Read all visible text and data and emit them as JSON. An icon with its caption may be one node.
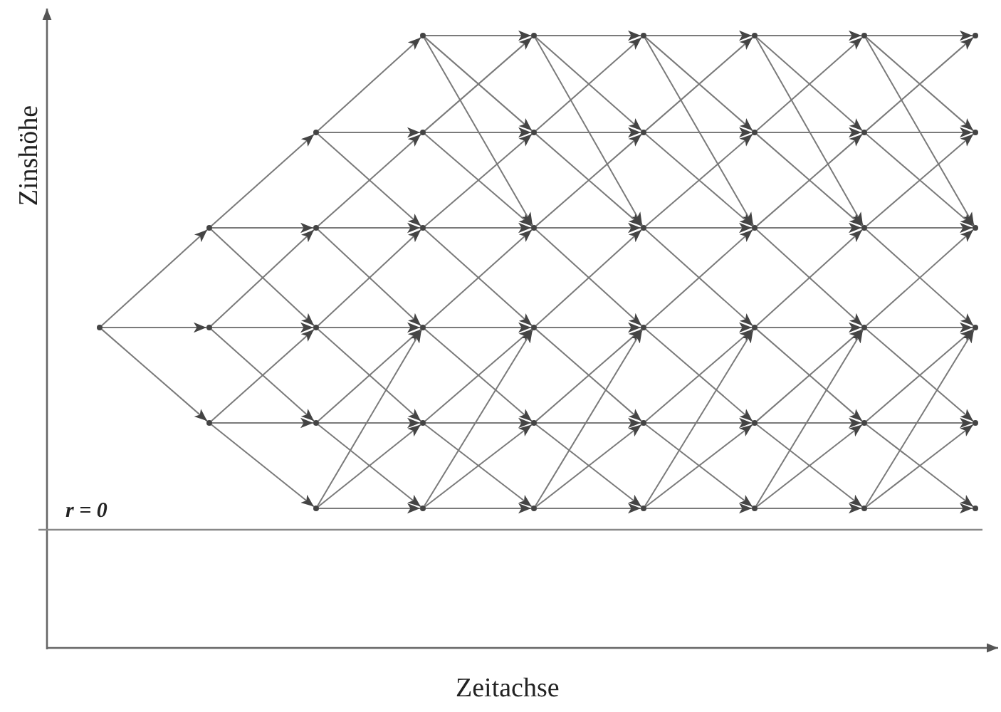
{
  "diagram": {
    "nodes": [
      {
        "text": [],
        "shape": "point"
      },
      {
        "text": [],
        "shape": "point"
      },
      {
        "text": [],
        "shape": "point"
      },
      {
        "text": [],
        "shape": "point"
      },
      {
        "text": [],
        "shape": "point"
      },
      {
        "text": [],
        "shape": "point"
      },
      {
        "text": [],
        "shape": "point"
      },
      {
        "text": [],
        "shape": "point"
      },
      {
        "text": [],
        "shape": "point"
      },
      {
        "text": [],
        "shape": "point"
      },
      {
        "text": [],
        "shape": "point"
      },
      {
        "text": [],
        "shape": "point"
      },
      {
        "text": [],
        "shape": "point"
      },
      {
        "text": [],
        "shape": "point"
      },
      {
        "text": [],
        "shape": "point"
      },
      {
        "text": [],
        "shape": "point"
      },
      {
        "text": [],
        "shape": "point"
      },
      {
        "text": [],
        "shape": "point"
      },
      {
        "text": [],
        "shape": "point"
      },
      {
        "text": [],
        "shape": "point"
      },
      {
        "text": [],
        "shape": "point"
      },
      {
        "text": [],
        "shape": "point"
      },
      {
        "text": [],
        "shape": "point"
      },
      {
        "text": [],
        "shape": "point"
      },
      {
        "text": [],
        "shape": "point"
      },
      {
        "text": [],
        "shape": "point"
      },
      {
        "text": [],
        "shape": "point"
      },
      {
        "text": [],
        "shape": "point"
      },
      {
        "text": [],
        "shape": "point"
      },
      {
        "text": [],
        "shape": "point"
      },
      {
        "text": [],
        "shape": "point"
      },
      {
        "text": [],
        "shape": "point"
      },
      {
        "text": [],
        "shape": "point"
      },
      {
        "text": [],
        "shape": "point"
      },
      {
        "text": [],
        "shape": "point"
      },
      {
        "text": [],
        "shape": "point"
      },
      {
        "text": [],
        "shape": "point"
      },
      {
        "text": [],
        "shape": "point"
      },
      {
        "text": [],
        "shape": "point"
      },
      {
        "text": [],
        "shape": "point"
      },
      {
        "text": [],
        "shape": "point"
      },
      {
        "text": [],
        "shape": "point"
      },
      {
        "text": [],
        "shape": "point"
      },
      {
        "text": [],
        "shape": "point"
      },
      {
        "text": [],
        "shape": "point"
      }
    ],
    "edges": [
      {
        "from": 0,
        "to": 1,
        "arrow": "to"
      },
      {
        "from": 0,
        "to": 2,
        "arrow": "to"
      },
      {
        "from": 0,
        "to": 3,
        "arrow": "to"
      },
      {
        "from": 1,
        "to": 4,
        "arrow": "to"
      },
      {
        "from": 1,
        "to": 5,
        "arrow": "to"
      },
      {
        "from": 1,
        "to": 6,
        "arrow": "to"
      },
      {
        "from": 2,
        "to": 5,
        "arrow": "to"
      },
      {
        "from": 2,
        "to": 6,
        "arrow": "to"
      },
      {
        "from": 2,
        "to": 7,
        "arrow": "to"
      },
      {
        "from": 3,
        "to": 6,
        "arrow": "to"
      },
      {
        "from": 3,
        "to": 7,
        "arrow": "to"
      },
      {
        "from": 3,
        "to": 8,
        "arrow": "to"
      },
      {
        "from": 4,
        "to": 9,
        "arrow": "to"
      },
      {
        "from": 4,
        "to": 10,
        "arrow": "to"
      },
      {
        "from": 4,
        "to": 11,
        "arrow": "to"
      },
      {
        "from": 5,
        "to": 10,
        "arrow": "to"
      },
      {
        "from": 5,
        "to": 11,
        "arrow": "to"
      },
      {
        "from": 5,
        "to": 12,
        "arrow": "to"
      },
      {
        "from": 6,
        "to": 11,
        "arrow": "to"
      },
      {
        "from": 6,
        "to": 12,
        "arrow": "to"
      },
      {
        "from": 6,
        "to": 13,
        "arrow": "to"
      },
      {
        "from": 7,
        "to": 12,
        "arrow": "to"
      },
      {
        "from": 7,
        "to": 13,
        "arrow": "to"
      },
      {
        "from": 7,
        "to": 14,
        "arrow": "to"
      },
      {
        "from": 8,
        "to": 14,
        "arrow": "to"
      },
      {
        "from": 8,
        "to": 13,
        "arrow": "to"
      },
      {
        "from": 8,
        "to": 12,
        "arrow": "to"
      },
      {
        "from": 9,
        "to": 15,
        "arrow": "to"
      },
      {
        "from": 9,
        "to": 16,
        "arrow": "to"
      },
      {
        "from": 9,
        "to": 17,
        "arrow": "to"
      },
      {
        "from": 10,
        "to": 15,
        "arrow": "to"
      },
      {
        "from": 10,
        "to": 16,
        "arrow": "to"
      },
      {
        "from": 10,
        "to": 17,
        "arrow": "to"
      },
      {
        "from": 11,
        "to": 16,
        "arrow": "to"
      },
      {
        "from": 11,
        "to": 17,
        "arrow": "to"
      },
      {
        "from": 11,
        "to": 18,
        "arrow": "to"
      },
      {
        "from": 12,
        "to": 17,
        "arrow": "to"
      },
      {
        "from": 12,
        "to": 18,
        "arrow": "to"
      },
      {
        "from": 12,
        "to": 19,
        "arrow": "to"
      },
      {
        "from": 13,
        "to": 18,
        "arrow": "to"
      },
      {
        "from": 13,
        "to": 19,
        "arrow": "to"
      },
      {
        "from": 13,
        "to": 20,
        "arrow": "to"
      },
      {
        "from": 14,
        "to": 20,
        "arrow": "to"
      },
      {
        "from": 14,
        "to": 19,
        "arrow": "to"
      },
      {
        "from": 14,
        "to": 18,
        "arrow": "to"
      },
      {
        "from": 15,
        "to": 21,
        "arrow": "to"
      },
      {
        "from": 15,
        "to": 22,
        "arrow": "to"
      },
      {
        "from": 15,
        "to": 23,
        "arrow": "to"
      },
      {
        "from": 16,
        "to": 21,
        "arrow": "to"
      },
      {
        "from": 16,
        "to": 22,
        "arrow": "to"
      },
      {
        "from": 16,
        "to": 23,
        "arrow": "to"
      },
      {
        "from": 17,
        "to": 22,
        "arrow": "to"
      },
      {
        "from": 17,
        "to": 23,
        "arrow": "to"
      },
      {
        "from": 17,
        "to": 24,
        "arrow": "to"
      },
      {
        "from": 18,
        "to": 23,
        "arrow": "to"
      },
      {
        "from": 18,
        "to": 24,
        "arrow": "to"
      },
      {
        "from": 18,
        "to": 25,
        "arrow": "to"
      },
      {
        "from": 19,
        "to": 24,
        "arrow": "to"
      },
      {
        "from": 19,
        "to": 25,
        "arrow": "to"
      },
      {
        "from": 19,
        "to": 26,
        "arrow": "to"
      },
      {
        "from": 20,
        "to": 26,
        "arrow": "to"
      },
      {
        "from": 20,
        "to": 25,
        "arrow": "to"
      },
      {
        "from": 20,
        "to": 24,
        "arrow": "to"
      },
      {
        "from": 21,
        "to": 27,
        "arrow": "to"
      },
      {
        "from": 21,
        "to": 28,
        "arrow": "to"
      },
      {
        "from": 21,
        "to": 29,
        "arrow": "to"
      },
      {
        "from": 22,
        "to": 27,
        "arrow": "to"
      },
      {
        "from": 22,
        "to": 28,
        "arrow": "to"
      },
      {
        "from": 22,
        "to": 29,
        "arrow": "to"
      },
      {
        "from": 23,
        "to": 28,
        "arrow": "to"
      },
      {
        "from": 23,
        "to": 29,
        "arrow": "to"
      },
      {
        "from": 23,
        "to": 30,
        "arrow": "to"
      },
      {
        "from": 24,
        "to": 29,
        "arrow": "to"
      },
      {
        "from": 24,
        "to": 30,
        "arrow": "to"
      },
      {
        "from": 24,
        "to": 31,
        "arrow": "to"
      },
      {
        "from": 25,
        "to": 30,
        "arrow": "to"
      },
      {
        "from": 25,
        "to": 31,
        "arrow": "to"
      },
      {
        "from": 25,
        "to": 32,
        "arrow": "to"
      },
      {
        "from": 26,
        "to": 32,
        "arrow": "to"
      },
      {
        "from": 26,
        "to": 31,
        "arrow": "to"
      },
      {
        "from": 26,
        "to": 30,
        "arrow": "to"
      },
      {
        "from": 27,
        "to": 33,
        "arrow": "to"
      },
      {
        "from": 27,
        "to": 34,
        "arrow": "to"
      },
      {
        "from": 27,
        "to": 35,
        "arrow": "to"
      },
      {
        "from": 28,
        "to": 33,
        "arrow": "to"
      },
      {
        "from": 28,
        "to": 34,
        "arrow": "to"
      },
      {
        "from": 28,
        "to": 35,
        "arrow": "to"
      },
      {
        "from": 29,
        "to": 34,
        "arrow": "to"
      },
      {
        "from": 29,
        "to": 35,
        "arrow": "to"
      },
      {
        "from": 29,
        "to": 36,
        "arrow": "to"
      },
      {
        "from": 30,
        "to": 35,
        "arrow": "to"
      },
      {
        "from": 30,
        "to": 36,
        "arrow": "to"
      },
      {
        "from": 30,
        "to": 37,
        "arrow": "to"
      },
      {
        "from": 31,
        "to": 36,
        "arrow": "to"
      },
      {
        "from": 31,
        "to": 37,
        "arrow": "to"
      },
      {
        "from": 31,
        "to": 38,
        "arrow": "to"
      },
      {
        "from": 32,
        "to": 38,
        "arrow": "to"
      },
      {
        "from": 32,
        "to": 37,
        "arrow": "to"
      },
      {
        "from": 32,
        "to": 36,
        "arrow": "to"
      },
      {
        "from": 33,
        "to": 39,
        "arrow": "to"
      },
      {
        "from": 33,
        "to": 40,
        "arrow": "to"
      },
      {
        "from": 33,
        "to": 41,
        "arrow": "to"
      },
      {
        "from": 34,
        "to": 39,
        "arrow": "to"
      },
      {
        "from": 34,
        "to": 40,
        "arrow": "to"
      },
      {
        "from": 34,
        "to": 41,
        "arrow": "to"
      },
      {
        "from": 35,
        "to": 40,
        "arrow": "to"
      },
      {
        "from": 35,
        "to": 41,
        "arrow": "to"
      },
      {
        "from": 35,
        "to": 42,
        "arrow": "to"
      },
      {
        "from": 36,
        "to": 41,
        "arrow": "to"
      },
      {
        "from": 36,
        "to": 42,
        "arrow": "to"
      },
      {
        "from": 36,
        "to": 43,
        "arrow": "to"
      },
      {
        "from": 37,
        "to": 42,
        "arrow": "to"
      },
      {
        "from": 37,
        "to": 43,
        "arrow": "to"
      },
      {
        "from": 37,
        "to": 44,
        "arrow": "to"
      },
      {
        "from": 38,
        "to": 44,
        "arrow": "to"
      },
      {
        "from": 38,
        "to": 43,
        "arrow": "to"
      },
      {
        "from": 38,
        "to": 42,
        "arrow": "to"
      }
    ],
    "labels": [
      "Zinshöhe",
      "r = 0",
      "Zeitachse"
    ]
  }
}
